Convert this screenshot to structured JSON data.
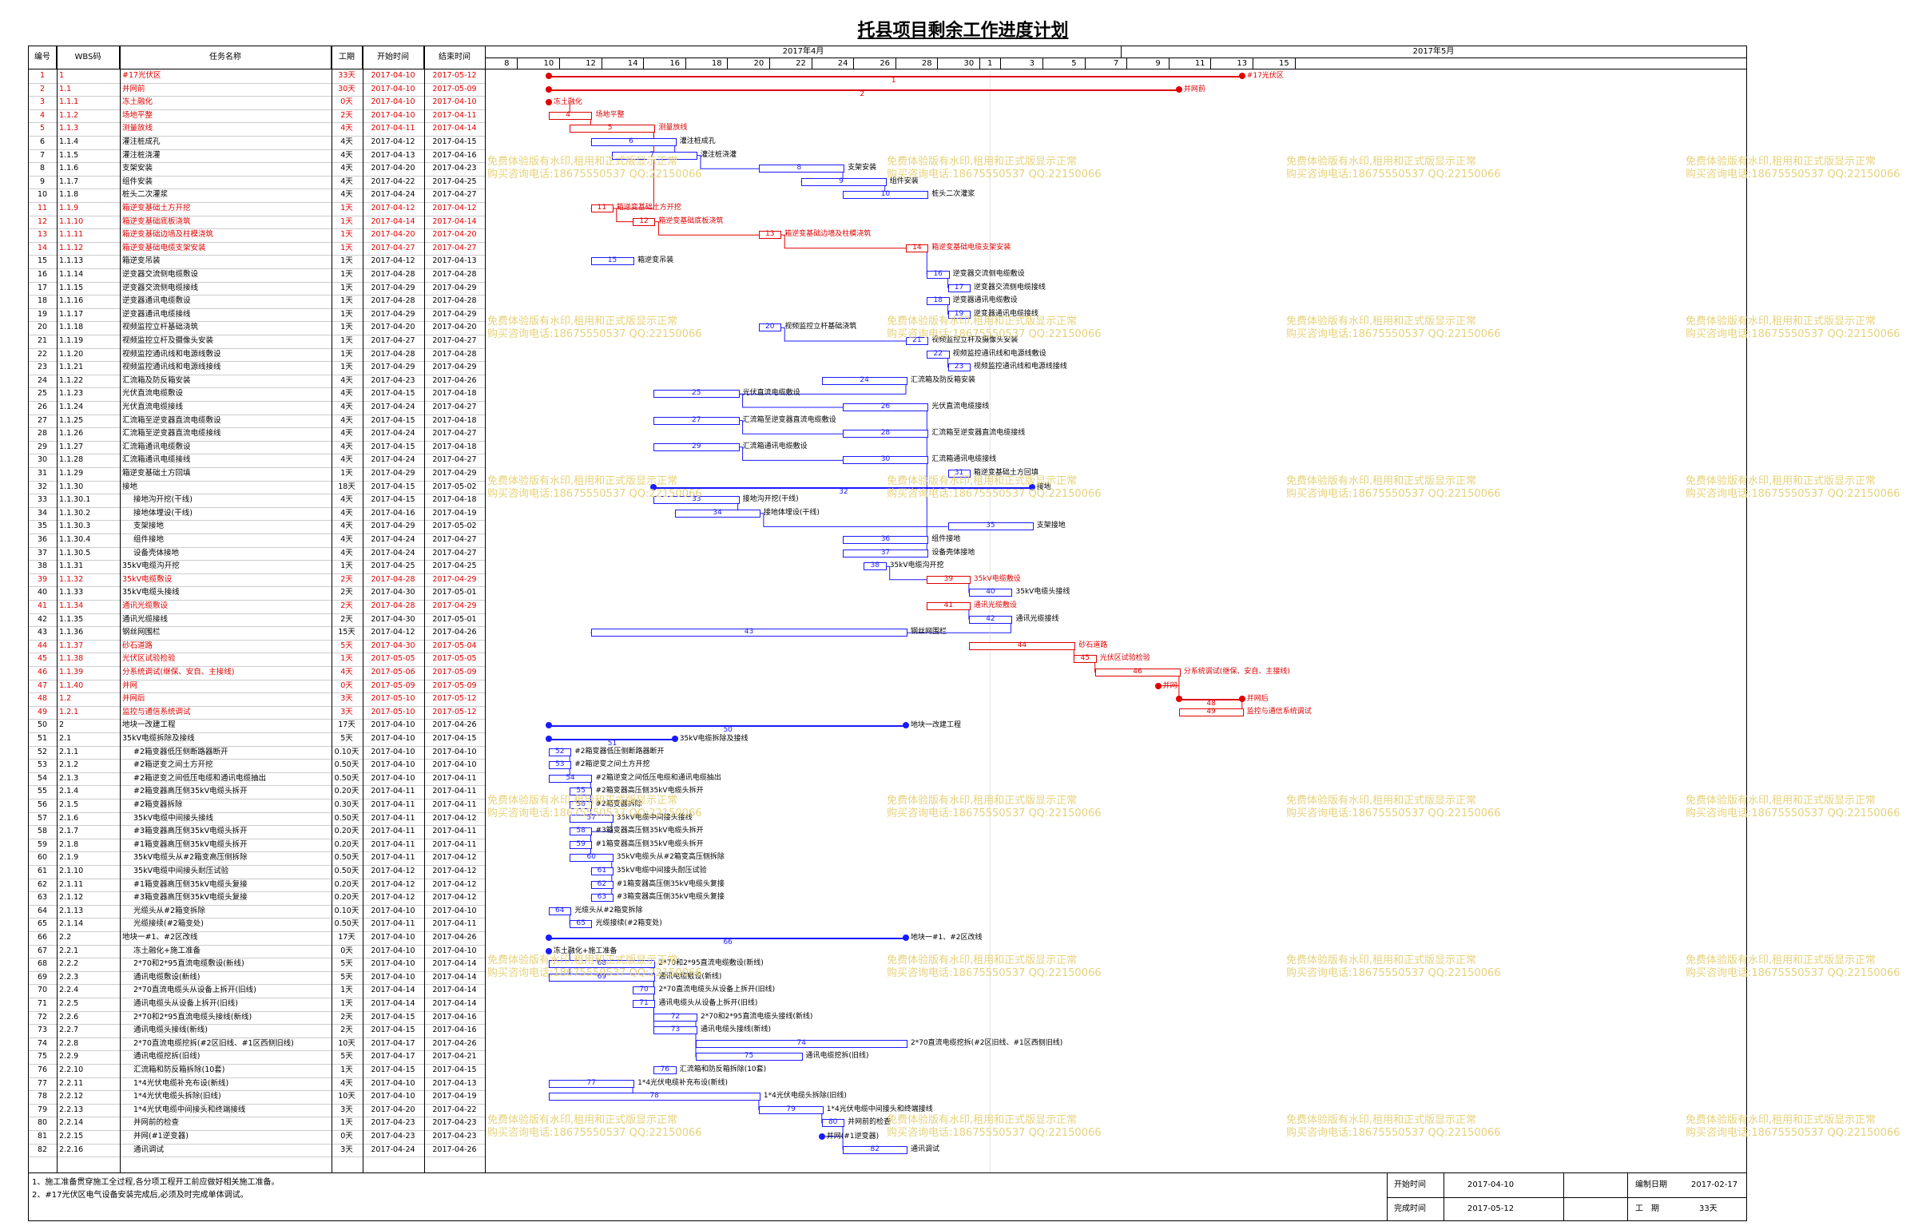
{
  "title": "托县项目剩余工作进度计划",
  "columns": {
    "id": "编号",
    "wbs": "WBS码",
    "name": "任务名称",
    "dur": "工期",
    "start": "开始时间",
    "end": "结束时间"
  },
  "months": [
    "2017年4月",
    "2017年5月"
  ],
  "scale": [
    "8",
    "10",
    "12",
    "14",
    "16",
    "18",
    "20",
    "22",
    "24",
    "26",
    "28",
    "30",
    "1",
    "3",
    "5",
    "7",
    "9",
    "11",
    "13",
    "15"
  ],
  "tasks": [
    {
      "id": "1",
      "wbs": "1",
      "name": "#17光伏区",
      "dur": "33天",
      "start": "2017-04-10",
      "end": "2017-05-12",
      "red": true
    },
    {
      "id": "2",
      "wbs": "1.1",
      "name": "并网前",
      "dur": "30天",
      "start": "2017-04-10",
      "end": "2017-05-09",
      "red": true
    },
    {
      "id": "3",
      "wbs": "1.1.1",
      "name": "冻土融化",
      "dur": "0天",
      "start": "2017-04-10",
      "end": "2017-04-10",
      "red": true
    },
    {
      "id": "4",
      "wbs": "1.1.2",
      "name": "场地平整",
      "dur": "2天",
      "start": "2017-04-10",
      "end": "2017-04-11",
      "red": true
    },
    {
      "id": "5",
      "wbs": "1.1.3",
      "name": "测量放线",
      "dur": "4天",
      "start": "2017-04-11",
      "end": "2017-04-14",
      "red": true
    },
    {
      "id": "6",
      "wbs": "1.1.4",
      "name": "灌注桩成孔",
      "dur": "4天",
      "start": "2017-04-12",
      "end": "2017-04-15",
      "red": false
    },
    {
      "id": "7",
      "wbs": "1.1.5",
      "name": "灌注桩浇灌",
      "dur": "4天",
      "start": "2017-04-13",
      "end": "2017-04-16",
      "red": false
    },
    {
      "id": "8",
      "wbs": "1.1.6",
      "name": "支架安装",
      "dur": "4天",
      "start": "2017-04-20",
      "end": "2017-04-23",
      "red": false
    },
    {
      "id": "9",
      "wbs": "1.1.7",
      "name": "组件安装",
      "dur": "4天",
      "start": "2017-04-22",
      "end": "2017-04-25",
      "red": false
    },
    {
      "id": "10",
      "wbs": "1.1.8",
      "name": "桩头二次灌浆",
      "dur": "4天",
      "start": "2017-04-24",
      "end": "2017-04-27",
      "red": false
    },
    {
      "id": "11",
      "wbs": "1.1.9",
      "name": "箱逆变基础土方开挖",
      "dur": "1天",
      "start": "2017-04-12",
      "end": "2017-04-12",
      "red": true
    },
    {
      "id": "12",
      "wbs": "1.1.10",
      "name": "箱逆变基础底板浇筑",
      "dur": "1天",
      "start": "2017-04-14",
      "end": "2017-04-14",
      "red": true
    },
    {
      "id": "13",
      "wbs": "1.1.11",
      "name": "箱逆变基础边墙及柱模浇筑",
      "dur": "1天",
      "start": "2017-04-20",
      "end": "2017-04-20",
      "red": true
    },
    {
      "id": "14",
      "wbs": "1.1.12",
      "name": "箱逆变基础电缆支架安装",
      "dur": "1天",
      "start": "2017-04-27",
      "end": "2017-04-27",
      "red": true
    },
    {
      "id": "15",
      "wbs": "1.1.13",
      "name": "箱逆变吊装",
      "dur": "1天",
      "start": "2017-04-12",
      "end": "2017-04-13",
      "red": false
    },
    {
      "id": "16",
      "wbs": "1.1.14",
      "name": "逆变器交流侧电缆敷设",
      "dur": "1天",
      "start": "2017-04-28",
      "end": "2017-04-28",
      "red": false
    },
    {
      "id": "17",
      "wbs": "1.1.15",
      "name": "逆变器交流侧电缆接线",
      "dur": "1天",
      "start": "2017-04-29",
      "end": "2017-04-29",
      "red": false
    },
    {
      "id": "18",
      "wbs": "1.1.16",
      "name": "逆变器通讯电缆敷设",
      "dur": "1天",
      "start": "2017-04-28",
      "end": "2017-04-28",
      "red": false
    },
    {
      "id": "19",
      "wbs": "1.1.17",
      "name": "逆变器通讯电缆接线",
      "dur": "1天",
      "start": "2017-04-29",
      "end": "2017-04-29",
      "red": false
    },
    {
      "id": "20",
      "wbs": "1.1.18",
      "name": "视频监控立杆基础浇筑",
      "dur": "1天",
      "start": "2017-04-20",
      "end": "2017-04-20",
      "red": false
    },
    {
      "id": "21",
      "wbs": "1.1.19",
      "name": "视频监控立杆及摄像头安装",
      "dur": "1天",
      "start": "2017-04-27",
      "end": "2017-04-27",
      "red": false
    },
    {
      "id": "22",
      "wbs": "1.1.20",
      "name": "视频监控通讯线和电源线敷设",
      "dur": "1天",
      "start": "2017-04-28",
      "end": "2017-04-28",
      "red": false
    },
    {
      "id": "23",
      "wbs": "1.1.21",
      "name": "视频监控通讯线和电源线接线",
      "dur": "1天",
      "start": "2017-04-29",
      "end": "2017-04-29",
      "red": false
    },
    {
      "id": "24",
      "wbs": "1.1.22",
      "name": "汇流箱及防反箱安装",
      "dur": "4天",
      "start": "2017-04-23",
      "end": "2017-04-26",
      "red": false
    },
    {
      "id": "25",
      "wbs": "1.1.23",
      "name": "光伏直流电缆敷设",
      "dur": "4天",
      "start": "2017-04-15",
      "end": "2017-04-18",
      "red": false
    },
    {
      "id": "26",
      "wbs": "1.1.24",
      "name": "光伏直流电缆接线",
      "dur": "4天",
      "start": "2017-04-24",
      "end": "2017-04-27",
      "red": false
    },
    {
      "id": "27",
      "wbs": "1.1.25",
      "name": "汇流箱至逆变器直流电缆敷设",
      "dur": "4天",
      "start": "2017-04-15",
      "end": "2017-04-18",
      "red": false
    },
    {
      "id": "28",
      "wbs": "1.1.26",
      "name": "汇流箱至逆变器直流电缆接线",
      "dur": "4天",
      "start": "2017-04-24",
      "end": "2017-04-27",
      "red": false
    },
    {
      "id": "29",
      "wbs": "1.1.27",
      "name": "汇流箱通讯电缆敷设",
      "dur": "4天",
      "start": "2017-04-15",
      "end": "2017-04-18",
      "red": false
    },
    {
      "id": "30",
      "wbs": "1.1.28",
      "name": "汇流箱通讯电缆接线",
      "dur": "4天",
      "start": "2017-04-24",
      "end": "2017-04-27",
      "red": false
    },
    {
      "id": "31",
      "wbs": "1.1.29",
      "name": "箱逆变基础土方回填",
      "dur": "1天",
      "start": "2017-04-29",
      "end": "2017-04-29",
      "red": false
    },
    {
      "id": "32",
      "wbs": "1.1.30",
      "name": "接地",
      "dur": "18天",
      "start": "2017-04-15",
      "end": "2017-05-02",
      "red": false
    },
    {
      "id": "33",
      "wbs": "1.1.30.1",
      "name": "接地沟开挖(干线)",
      "dur": "4天",
      "start": "2017-04-15",
      "end": "2017-04-18",
      "red": false,
      "indent": true
    },
    {
      "id": "34",
      "wbs": "1.1.30.2",
      "name": "接地体埋设(干线)",
      "dur": "4天",
      "start": "2017-04-16",
      "end": "2017-04-19",
      "red": false,
      "indent": true
    },
    {
      "id": "35",
      "wbs": "1.1.30.3",
      "name": "支架接地",
      "dur": "4天",
      "start": "2017-04-29",
      "end": "2017-05-02",
      "red": false,
      "indent": true
    },
    {
      "id": "36",
      "wbs": "1.1.30.4",
      "name": "组件接地",
      "dur": "4天",
      "start": "2017-04-24",
      "end": "2017-04-27",
      "red": false,
      "indent": true
    },
    {
      "id": "37",
      "wbs": "1.1.30.5",
      "name": "设备壳体接地",
      "dur": "4天",
      "start": "2017-04-24",
      "end": "2017-04-27",
      "red": false,
      "indent": true
    },
    {
      "id": "38",
      "wbs": "1.1.31",
      "name": "35kV电缆沟开挖",
      "dur": "1天",
      "start": "2017-04-25",
      "end": "2017-04-25",
      "red": false
    },
    {
      "id": "39",
      "wbs": "1.1.32",
      "name": "35kV电缆敷设",
      "dur": "2天",
      "start": "2017-04-28",
      "end": "2017-04-29",
      "red": true
    },
    {
      "id": "40",
      "wbs": "1.1.33",
      "name": "35kV电缆头接线",
      "dur": "2天",
      "start": "2017-04-30",
      "end": "2017-05-01",
      "red": false
    },
    {
      "id": "41",
      "wbs": "1.1.34",
      "name": "通讯光缆敷设",
      "dur": "2天",
      "start": "2017-04-28",
      "end": "2017-04-29",
      "red": true
    },
    {
      "id": "42",
      "wbs": "1.1.35",
      "name": "通讯光缆接线",
      "dur": "2天",
      "start": "2017-04-30",
      "end": "2017-05-01",
      "red": false
    },
    {
      "id": "43",
      "wbs": "1.1.36",
      "name": "钢丝网围栏",
      "dur": "15天",
      "start": "2017-04-12",
      "end": "2017-04-26",
      "red": false
    },
    {
      "id": "44",
      "wbs": "1.1.37",
      "name": "砂石道路",
      "dur": "5天",
      "start": "2017-04-30",
      "end": "2017-05-04",
      "red": true
    },
    {
      "id": "45",
      "wbs": "1.1.38",
      "name": "光伏区试验检验",
      "dur": "1天",
      "start": "2017-05-05",
      "end": "2017-05-05",
      "red": true
    },
    {
      "id": "46",
      "wbs": "1.1.39",
      "name": "分系统调试(继保、安自、主接线)",
      "dur": "4天",
      "start": "2017-05-06",
      "end": "2017-05-09",
      "red": true
    },
    {
      "id": "47",
      "wbs": "1.1.40",
      "name": "并网",
      "dur": "0天",
      "start": "2017-05-09",
      "end": "2017-05-09",
      "red": true
    },
    {
      "id": "48",
      "wbs": "1.2",
      "name": "并网后",
      "dur": "3天",
      "start": "2017-05-10",
      "end": "2017-05-12",
      "red": true
    },
    {
      "id": "49",
      "wbs": "1.2.1",
      "name": "监控与通信系统调试",
      "dur": "3天",
      "start": "2017-05-10",
      "end": "2017-05-12",
      "red": true
    },
    {
      "id": "50",
      "wbs": "2",
      "name": "地块一改建工程",
      "dur": "17天",
      "start": "2017-04-10",
      "end": "2017-04-26",
      "red": false
    },
    {
      "id": "51",
      "wbs": "2.1",
      "name": "35kV电缆拆除及接线",
      "dur": "5天",
      "start": "2017-04-10",
      "end": "2017-04-15",
      "red": false
    },
    {
      "id": "52",
      "wbs": "2.1.1",
      "name": "#2箱变器低压侧断路器断开",
      "dur": "0.10天",
      "start": "2017-04-10",
      "end": "2017-04-10",
      "red": false,
      "indent": true
    },
    {
      "id": "53",
      "wbs": "2.1.2",
      "name": "#2箱逆变之间土方开挖",
      "dur": "0.50天",
      "start": "2017-04-10",
      "end": "2017-04-10",
      "red": false,
      "indent": true
    },
    {
      "id": "54",
      "wbs": "2.1.3",
      "name": "#2箱逆变之间低压电缆和通讯电缆抽出",
      "dur": "0.50天",
      "start": "2017-04-10",
      "end": "2017-04-11",
      "red": false,
      "indent": true
    },
    {
      "id": "55",
      "wbs": "2.1.4",
      "name": "#2箱变器高压侧35kV电缆头拆开",
      "dur": "0.20天",
      "start": "2017-04-11",
      "end": "2017-04-11",
      "red": false,
      "indent": true
    },
    {
      "id": "56",
      "wbs": "2.1.5",
      "name": "#2箱变器拆除",
      "dur": "0.30天",
      "start": "2017-04-11",
      "end": "2017-04-11",
      "red": false,
      "indent": true
    },
    {
      "id": "57",
      "wbs": "2.1.6",
      "name": "35kV电缆中间接头接线",
      "dur": "0.50天",
      "start": "2017-04-11",
      "end": "2017-04-12",
      "red": false,
      "indent": true
    },
    {
      "id": "58",
      "wbs": "2.1.7",
      "name": "#3箱变器高压侧35kV电缆头拆开",
      "dur": "0.20天",
      "start": "2017-04-11",
      "end": "2017-04-11",
      "red": false,
      "indent": true
    },
    {
      "id": "59",
      "wbs": "2.1.8",
      "name": "#1箱变器高压侧35kV电缆头拆开",
      "dur": "0.20天",
      "start": "2017-04-11",
      "end": "2017-04-11",
      "red": false,
      "indent": true
    },
    {
      "id": "60",
      "wbs": "2.1.9",
      "name": "35kV电缆头从#2箱变高压侧拆除",
      "dur": "0.50天",
      "start": "2017-04-11",
      "end": "2017-04-12",
      "red": false,
      "indent": true
    },
    {
      "id": "61",
      "wbs": "2.1.10",
      "name": "35kV电缆中间接头耐压试验",
      "dur": "0.50天",
      "start": "2017-04-12",
      "end": "2017-04-12",
      "red": false,
      "indent": true
    },
    {
      "id": "62",
      "wbs": "2.1.11",
      "name": "#1箱变器高压侧35kV电缆头复接",
      "dur": "0.20天",
      "start": "2017-04-12",
      "end": "2017-04-12",
      "red": false,
      "indent": true
    },
    {
      "id": "63",
      "wbs": "2.1.12",
      "name": "#3箱变器高压侧35kV电缆头复接",
      "dur": "0.20天",
      "start": "2017-04-12",
      "end": "2017-04-12",
      "red": false,
      "indent": true
    },
    {
      "id": "64",
      "wbs": "2.1.13",
      "name": "光缆头从#2箱变拆除",
      "dur": "0.10天",
      "start": "2017-04-10",
      "end": "2017-04-10",
      "red": false,
      "indent": true
    },
    {
      "id": "65",
      "wbs": "2.1.14",
      "name": "光缆接续(#2箱变处)",
      "dur": "0.50天",
      "start": "2017-04-11",
      "end": "2017-04-11",
      "red": false,
      "indent": true
    },
    {
      "id": "66",
      "wbs": "2.2",
      "name": "地块一#1、#2区改线",
      "dur": "17天",
      "start": "2017-04-10",
      "end": "2017-04-26",
      "red": false
    },
    {
      "id": "67",
      "wbs": "2.2.1",
      "name": "冻土融化+施工准备",
      "dur": "0天",
      "start": "2017-04-10",
      "end": "2017-04-10",
      "red": false,
      "indent": true
    },
    {
      "id": "68",
      "wbs": "2.2.2",
      "name": "2*70和2*95直流电缆敷设(新线)",
      "dur": "5天",
      "start": "2017-04-10",
      "end": "2017-04-14",
      "red": false,
      "indent": true
    },
    {
      "id": "69",
      "wbs": "2.2.3",
      "name": "通讯电缆敷设(新线)",
      "dur": "5天",
      "start": "2017-04-10",
      "end": "2017-04-14",
      "red": false,
      "indent": true
    },
    {
      "id": "70",
      "wbs": "2.2.4",
      "name": "2*70直流电缆头从设备上拆开(旧线)",
      "dur": "1天",
      "start": "2017-04-14",
      "end": "2017-04-14",
      "red": false,
      "indent": true
    },
    {
      "id": "71",
      "wbs": "2.2.5",
      "name": "通讯电缆头从设备上拆开(旧线)",
      "dur": "1天",
      "start": "2017-04-14",
      "end": "2017-04-14",
      "red": false,
      "indent": true
    },
    {
      "id": "72",
      "wbs": "2.2.6",
      "name": "2*70和2*95直流电缆头接线(新线)",
      "dur": "2天",
      "start": "2017-04-15",
      "end": "2017-04-16",
      "red": false,
      "indent": true
    },
    {
      "id": "73",
      "wbs": "2.2.7",
      "name": "通讯电缆头接线(新线)",
      "dur": "2天",
      "start": "2017-04-15",
      "end": "2017-04-16",
      "red": false,
      "indent": true
    },
    {
      "id": "74",
      "wbs": "2.2.8",
      "name": "2*70直流电缆挖拆(#2区旧线、#1区西侧旧线)",
      "dur": "10天",
      "start": "2017-04-17",
      "end": "2017-04-26",
      "red": false,
      "indent": true
    },
    {
      "id": "75",
      "wbs": "2.2.9",
      "name": "通讯电缆挖拆(旧线)",
      "dur": "5天",
      "start": "2017-04-17",
      "end": "2017-04-21",
      "red": false,
      "indent": true
    },
    {
      "id": "76",
      "wbs": "2.2.10",
      "name": "汇流箱和防反箱拆除(10套)",
      "dur": "1天",
      "start": "2017-04-15",
      "end": "2017-04-15",
      "red": false,
      "indent": true
    },
    {
      "id": "77",
      "wbs": "2.2.11",
      "name": "1*4光伏电缆补充布设(新线)",
      "dur": "4天",
      "start": "2017-04-10",
      "end": "2017-04-13",
      "red": false,
      "indent": true
    },
    {
      "id": "78",
      "wbs": "2.2.12",
      "name": "1*4光伏电缆头拆除(旧线)",
      "dur": "10天",
      "start": "2017-04-10",
      "end": "2017-04-19",
      "red": false,
      "indent": true
    },
    {
      "id": "79",
      "wbs": "2.2.13",
      "name": "1*4光伏电缆中间接头和终端接线",
      "dur": "3天",
      "start": "2017-04-20",
      "end": "2017-04-22",
      "red": false,
      "indent": true
    },
    {
      "id": "80",
      "wbs": "2.2.14",
      "name": "并网前的检查",
      "dur": "1天",
      "start": "2017-04-23",
      "end": "2017-04-23",
      "red": false,
      "indent": true
    },
    {
      "id": "81",
      "wbs": "2.2.15",
      "name": "并网(#1逆变器)",
      "dur": "0天",
      "start": "2017-04-23",
      "end": "2017-04-23",
      "red": false,
      "indent": true
    },
    {
      "id": "82",
      "wbs": "2.2.16",
      "name": "通讯调试",
      "dur": "3天",
      "start": "2017-04-24",
      "end": "2017-04-26",
      "red": false,
      "indent": true
    }
  ],
  "notes": [
    "1、施工准备贯穿施工全过程,各分项工程开工前应做好相关施工准备。",
    "2、#17光伏区电气设备安装完成后,必须及时完成单体调试。"
  ],
  "footer": {
    "start_label": "开始时间",
    "start_value": "2017-04-10",
    "finish_label": "完成时间",
    "finish_value": "2017-05-12",
    "made_label": "编制日期",
    "made_value": "2017-02-17",
    "dur_label": "工　期",
    "dur_value": "33天"
  },
  "watermark": [
    "免费体验版有水印,租用和正式版显示正常",
    "购买咨询电话:18675550537 QQ:22150066"
  ],
  "colors": {
    "critical": "#e00000",
    "normal": "#1a1aff",
    "watermark": "#e6d27a"
  }
}
